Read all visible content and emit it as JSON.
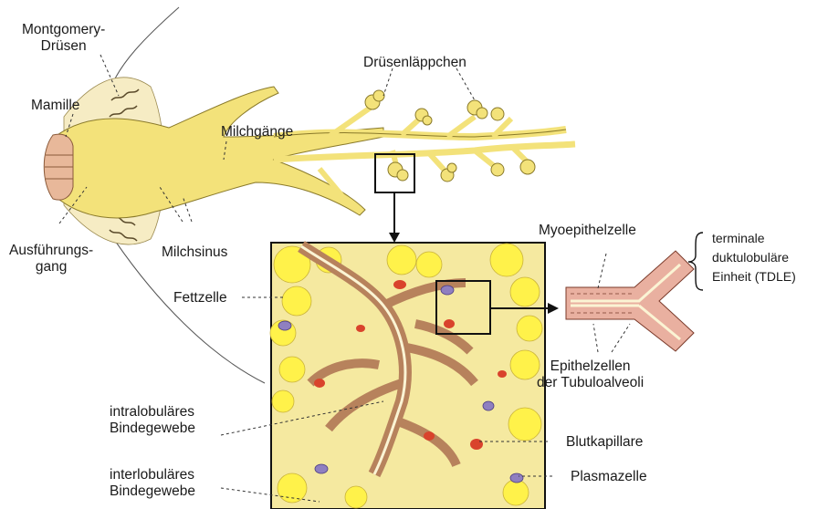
{
  "labels": {
    "montgomery": "Montgomery-\nDrüsen",
    "mamille": "Mamille",
    "druesenlaeppchen": "Drüsenläppchen",
    "milchgaenge": "Milchgänge",
    "ausfuehrungsgang": "Ausführungs-\ngang",
    "milchsinus": "Milchsinus",
    "fettzelle": "Fettzelle",
    "intralobulaeres": "intralobuläres\nBindegewebe",
    "interlobulaeres": "interlobuläres\nBindegewebe",
    "myoepithelzelle": "Myoepithelzelle",
    "epithelzellen": "Epithelzellen\nder Tubuloalveoli",
    "blutkapillare": "Blutkapillare",
    "plasmazelle": "Plasmazelle",
    "tdle": "terminale\nduktulobuläre\nEinheit (TDLE)"
  },
  "colors": {
    "gland_yellow": "#f3e27a",
    "gland_outline": "#8a7a2a",
    "tissue_bg": "#f5e9a0",
    "fat_cell": "#fff24a",
    "duct_brown": "#b7825c",
    "duct_lumen": "#fbf4d4",
    "red_capillary": "#d9432c",
    "plasma_cell": "#8f7fc0",
    "nipple_pink": "#e8b89a"
  }
}
